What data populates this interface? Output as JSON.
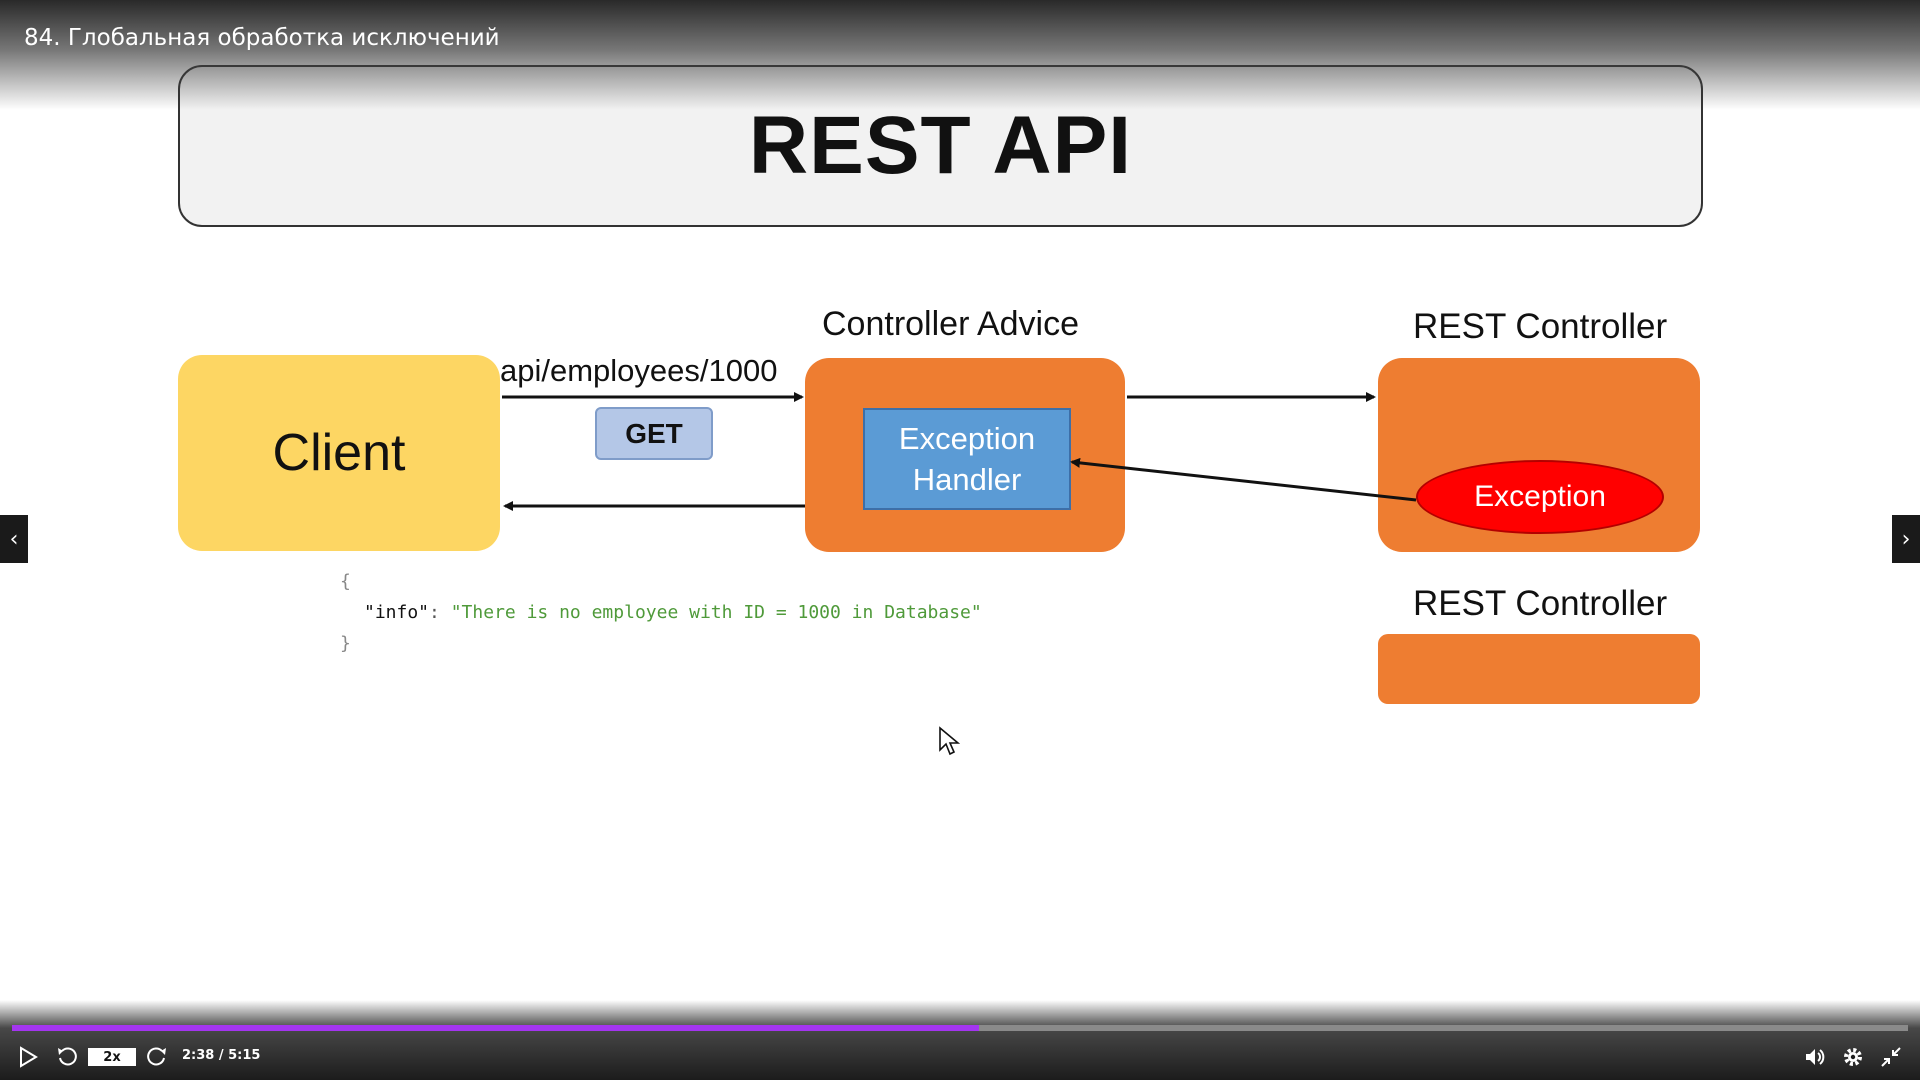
{
  "video": {
    "title": "84. Глобальная обработка исключений"
  },
  "slide": {
    "title": "REST API",
    "client_label": "Client",
    "controller_advice_label": "Controller Advice",
    "exception_handler_label": "Exception\nHandler",
    "rest_controller_label_1": "REST Controller",
    "rest_controller_label_2": "REST Controller",
    "exception_label": "Exception",
    "request_url": "api/employees/1000",
    "method": "GET",
    "json_response": {
      "open_brace": "{",
      "key": "\"info\"",
      "colon": ": ",
      "value": "\"There is no employee with ID = 1000 in Database\"",
      "close_brace": "}"
    },
    "colors": {
      "client": "#fdd663",
      "orange": "#ee7d31",
      "handler": "#5b9bd5",
      "exception": "#ff0000"
    }
  },
  "player": {
    "speed": "2x",
    "time": "2:38 / 5:15",
    "progress": 0.51,
    "accent": "#a435f0"
  },
  "icons": [
    "play-icon",
    "rewind-icon",
    "forward-icon",
    "volume-icon",
    "settings-icon",
    "exit-fullscreen-icon",
    "chevron-left-icon",
    "chevron-right-icon",
    "cursor-icon"
  ]
}
